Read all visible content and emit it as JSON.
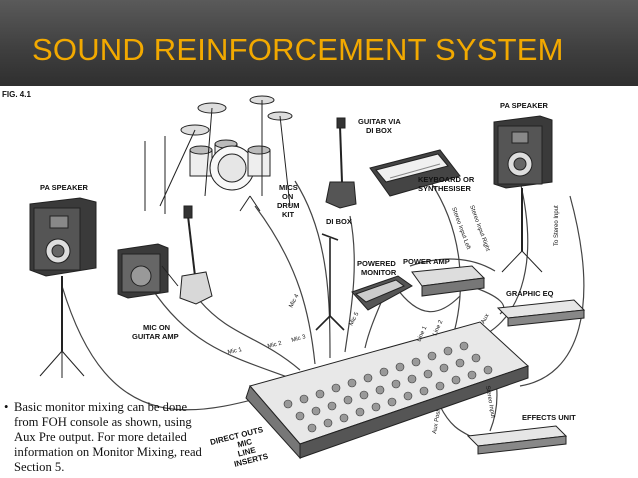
{
  "slide": {
    "title": "SOUND REINFORCEMENT SYSTEM"
  },
  "figure": {
    "fig_label": "FIG. 4.1",
    "labels": {
      "pa_speaker_left": "PA SPEAKER",
      "pa_speaker_right": "PA SPEAKER",
      "guitar_via_di": [
        "GUITAR VIA",
        "DI BOX"
      ],
      "keyboard": [
        "KEYBOARD OR",
        "SYNTHESISER"
      ],
      "mics_on_drum_kit": [
        "MICS",
        "ON",
        "DRUM",
        "KIT"
      ],
      "di_box": "DI BOX",
      "powered_monitor": [
        "POWERED",
        "MONITOR"
      ],
      "power_amp": "POWER AMP",
      "graphic_eq": "GRAPHIC EQ",
      "mic_on_guitar_amp": [
        "MIC ON",
        "GUITAR AMP"
      ],
      "effects_unit": "EFFECTS UNIT",
      "direct_outs": [
        "DIRECT OUTS",
        "MIC",
        "LINE",
        "INSERTS"
      ],
      "mic1": "Mic 1",
      "mic2": "Mic 2",
      "mic3": "Mic 3",
      "mic4": "Mic 4",
      "mic5": "Mic 5",
      "line1": "Line 1",
      "line2": "Line 2",
      "aux": "Aux",
      "stereo_input_right": "Stereo Input Right",
      "stereo_input_left": "Stereo Input Left",
      "to_stereo_input": "To Stereo Input",
      "stereo_input": "Stereo Input",
      "aux_post": "Aux Post"
    },
    "note": "Basic monitor mixing can be done from FOH console as shown, using Aux Pre output. For more detailed information on Monitor Mixing, read Section 5."
  }
}
